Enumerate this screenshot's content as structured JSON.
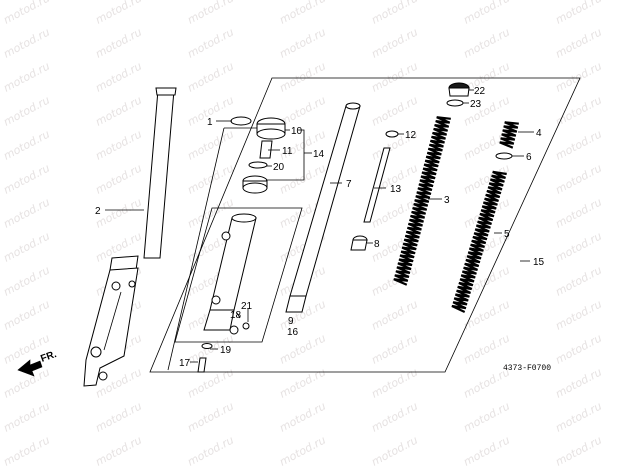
{
  "watermark": "motod.ru",
  "callouts": {
    "c1": "1",
    "c2": "2",
    "c3": "3",
    "c4": "4",
    "c5": "5",
    "c6": "6",
    "c7": "7",
    "c8": "8",
    "c9": "9",
    "c10": "10",
    "c11": "11",
    "c12": "12",
    "c13": "13",
    "c14": "14",
    "c15": "15",
    "c16": "16",
    "c17": "17",
    "c18": "18",
    "c19": "19",
    "c20": "20",
    "c21": "21",
    "c22": "22",
    "c23": "23"
  },
  "direction_label": "FR.",
  "diagram_code": "4373-F0700"
}
